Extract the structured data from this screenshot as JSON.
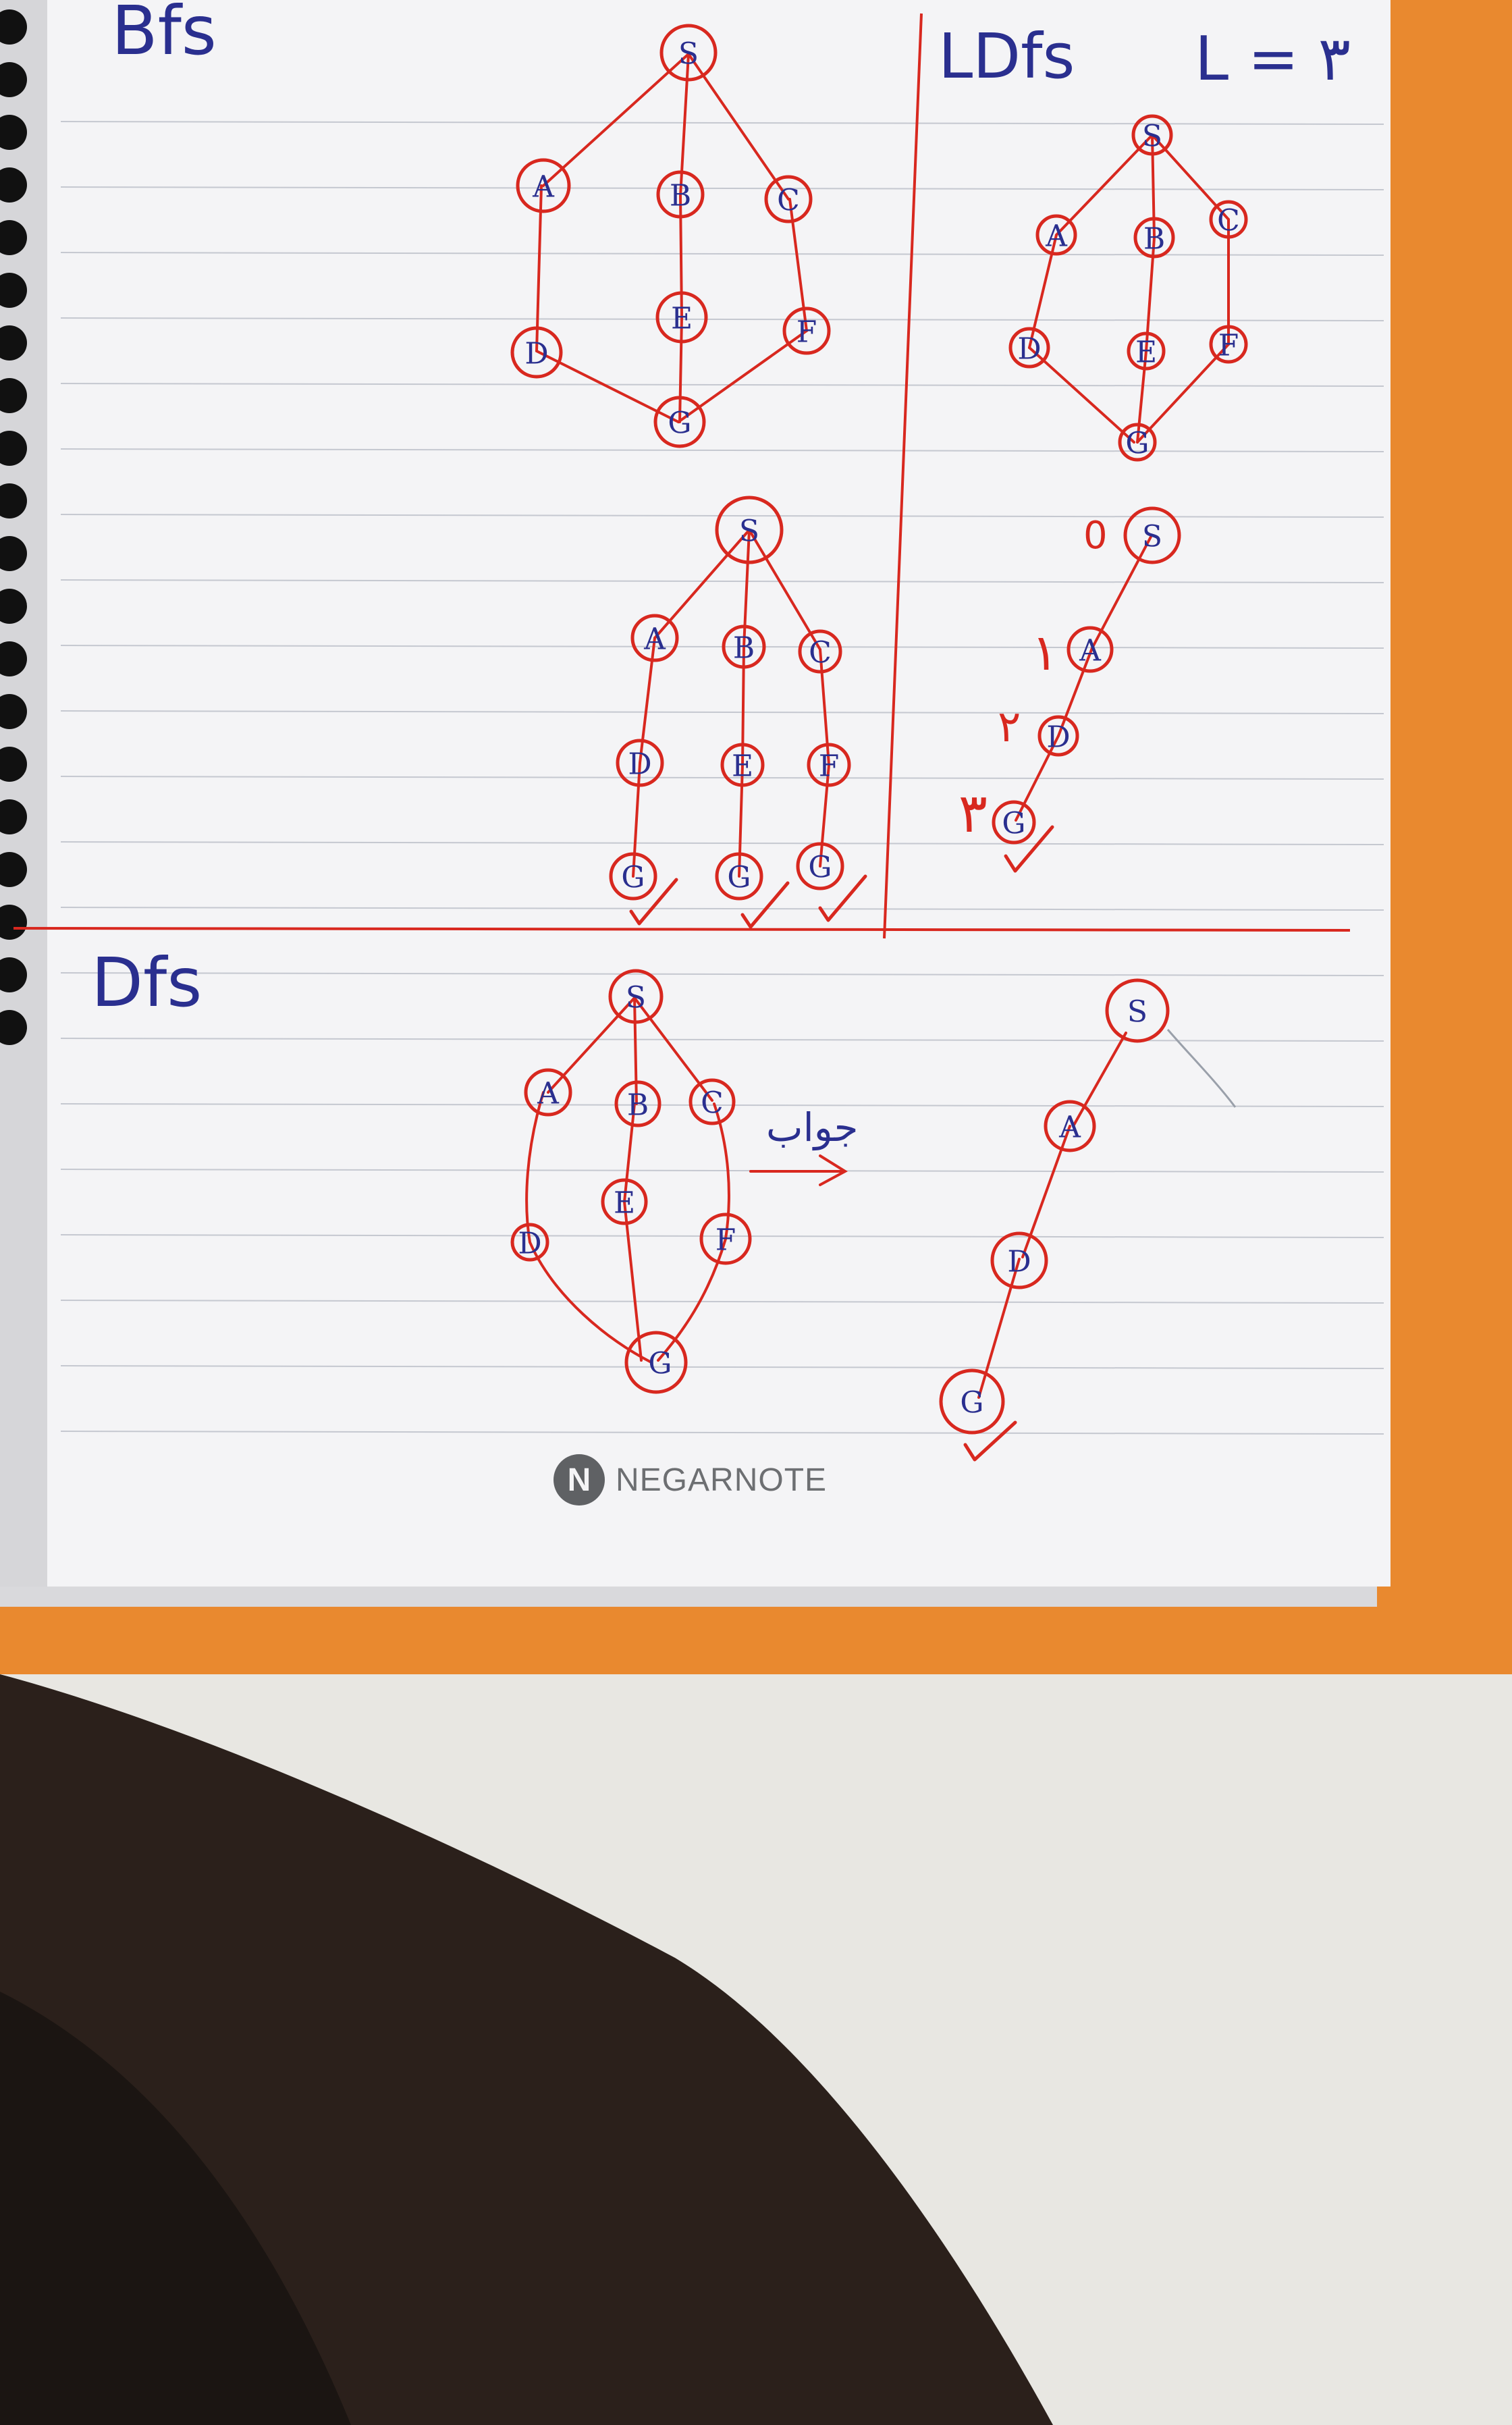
{
  "sections": {
    "bfs_title": "Bfs",
    "ldfs_title": "LDfs",
    "ldfs_limit": "L = ۳",
    "dfs_title": "Dfs"
  },
  "nodes": [
    "S",
    "A",
    "B",
    "C",
    "D",
    "E",
    "F",
    "G"
  ],
  "ldfs_levels": [
    "0",
    "۱",
    "۲",
    "۳"
  ],
  "arrow_label": "جواب",
  "logo": {
    "text": "NEGARNOTE",
    "mark": "N"
  },
  "colors": {
    "ink_blue": "#2a2f8f",
    "ink_red": "#d8281f",
    "paper": "#f4f4f6",
    "orange_board": "#e9892f",
    "desk": "#e8e7e2",
    "dark_cloth": "#2a1f1a"
  }
}
